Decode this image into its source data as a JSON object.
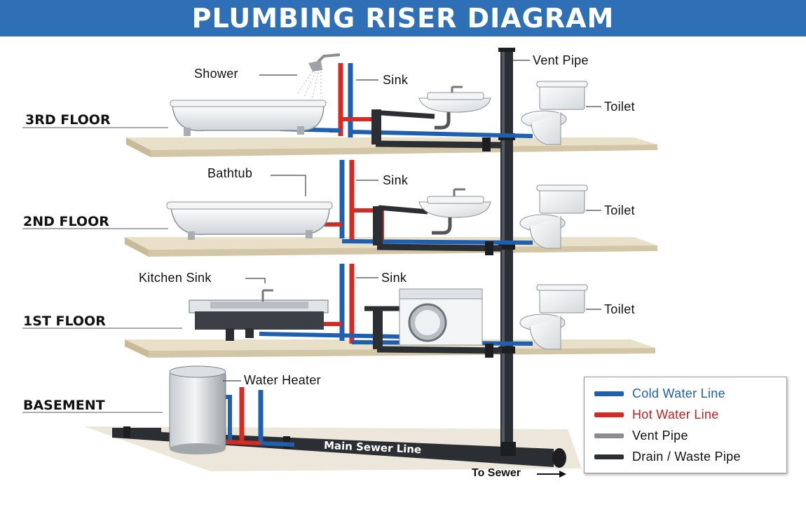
{
  "title": "PLUMBING RISER DIAGRAM",
  "floors": [
    "3RD FLOOR",
    "2ND FLOOR",
    "1ST FLOOR",
    "BASEMENT"
  ],
  "fixtures": {
    "shower": "Shower",
    "sink3": "Sink",
    "vent_pipe": "Vent Pipe",
    "toilet3": "Toilet",
    "bathtub": "Bathtub",
    "sink2": "Sink",
    "toilet2": "Toilet",
    "kitchen_sink": "Kitchen Sink",
    "sink1": "Sink",
    "toilet1": "Toilet",
    "water_heater": "Water Heater",
    "main_sewer": "Main Sewer Line",
    "to_sewer": "To Sewer"
  },
  "legend": [
    {
      "label": "Cold Water Line",
      "color": "#1f5fb0",
      "text_color": "#1f5fb0"
    },
    {
      "label": "Hot Water Line",
      "color": "#d42b23",
      "text_color": "#c0201a"
    },
    {
      "label": "Vent Pipe",
      "color": "#8a8d90",
      "text_color": "#111111"
    },
    {
      "label": "Drain / Waste Pipe",
      "color": "#2b2e33",
      "text_color": "#111111"
    }
  ]
}
